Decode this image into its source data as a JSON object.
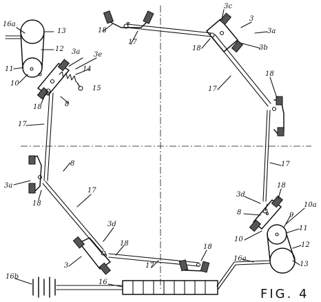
{
  "figure": {
    "title": "FIG. 4"
  },
  "labels": [
    {
      "id": "16a-top",
      "text": "16a"
    },
    {
      "id": "13-top",
      "text": "13"
    },
    {
      "id": "12-top",
      "text": "12"
    },
    {
      "id": "11-top",
      "text": "11"
    },
    {
      "id": "10-top",
      "text": "10"
    },
    {
      "id": "3a-ul",
      "text": "3a"
    },
    {
      "id": "3e",
      "text": "3e"
    },
    {
      "id": "14",
      "text": "14"
    },
    {
      "id": "15",
      "text": "15"
    },
    {
      "id": "18-ul",
      "text": "18"
    },
    {
      "id": "8-ul",
      "text": "8"
    },
    {
      "id": "18-top",
      "text": "18"
    },
    {
      "id": "17-top",
      "text": "17"
    },
    {
      "id": "3c",
      "text": "3c"
    },
    {
      "id": "3-ur",
      "text": "3"
    },
    {
      "id": "3a-ur",
      "text": "3a"
    },
    {
      "id": "18-ur",
      "text": "18"
    },
    {
      "id": "3b",
      "text": "3b"
    },
    {
      "id": "17-ur",
      "text": "17"
    },
    {
      "id": "18-r",
      "text": "18"
    },
    {
      "id": "17-l",
      "text": "17"
    },
    {
      "id": "8-l",
      "text": "8"
    },
    {
      "id": "3a-l",
      "text": "3a"
    },
    {
      "id": "18-l",
      "text": "18"
    },
    {
      "id": "17-r",
      "text": "17"
    },
    {
      "id": "17-ll",
      "text": "17"
    },
    {
      "id": "3d-r",
      "text": "3d"
    },
    {
      "id": "18-lr",
      "text": "18"
    },
    {
      "id": "8-lr",
      "text": "8"
    },
    {
      "id": "10a",
      "text": "10a"
    },
    {
      "id": "9",
      "text": "9"
    },
    {
      "id": "11-br",
      "text": "11"
    },
    {
      "id": "10-br",
      "text": "10"
    },
    {
      "id": "12-br",
      "text": "12"
    },
    {
      "id": "13-br",
      "text": "13"
    },
    {
      "id": "16a-br",
      "text": "16a"
    },
    {
      "id": "3d-bl",
      "text": "3d"
    },
    {
      "id": "18-bl",
      "text": "18"
    },
    {
      "id": "3-bl",
      "text": "3"
    },
    {
      "id": "17-b",
      "text": "17"
    },
    {
      "id": "18-br",
      "text": "18"
    },
    {
      "id": "16b",
      "text": "16b"
    },
    {
      "id": "16",
      "text": "16"
    }
  ]
}
